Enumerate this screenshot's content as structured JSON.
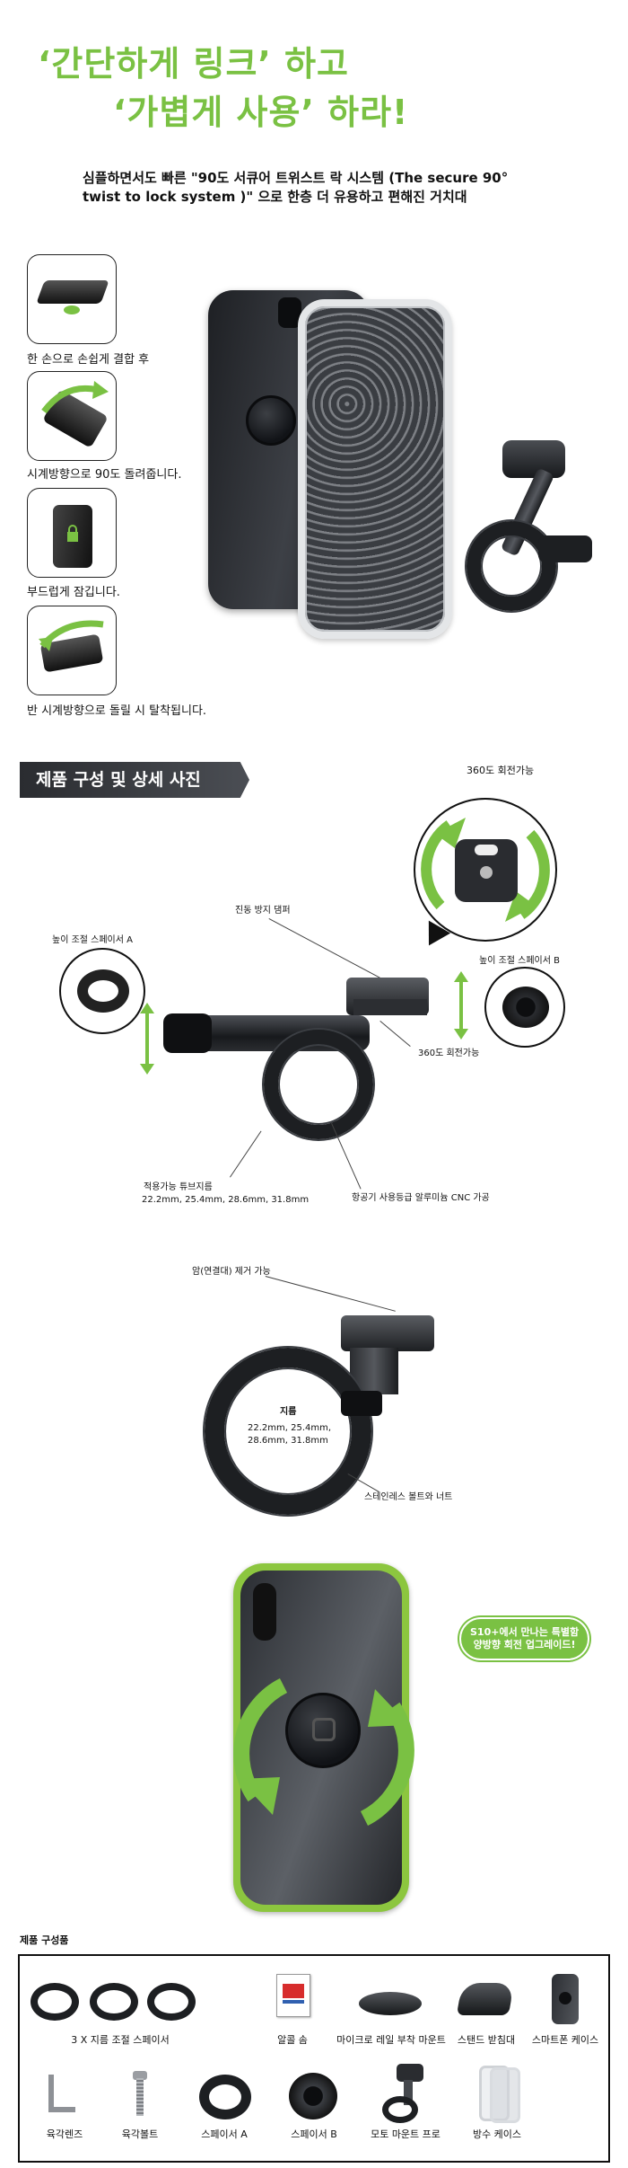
{
  "headline": {
    "line1": "‘간단하게 링크’ 하고",
    "line2": "‘가볍게 사용’ 하라!"
  },
  "intro": {
    "line1": "심플하면서도 빠른 \"90도 서큐어 트위스트 락 시스템 (The secure 90°",
    "line2": "twist to lock system )\" 으로 한층 더 유용하고 편해진 거치대"
  },
  "steps": [
    {
      "caption": "한 손으로 손쉽게 결합 후",
      "icon": "phone-on-mount-icon"
    },
    {
      "caption": "시계방향으로 90도 돌려줍니다.",
      "icon": "rotate-clockwise-icon"
    },
    {
      "caption": "부드럽게 잠깁니다.",
      "icon": "lock-icon"
    },
    {
      "caption": "반 시계방향으로 돌릴 시 탈착됩니다.",
      "icon": "rotate-counterclockwise-icon"
    }
  ],
  "section_title": "제품 구성 및 상세 사진",
  "detail1": {
    "rotation_label": "360도 회전가능",
    "spacer_a": "높이 조절 스페이서 A",
    "damper": "진동 방지 댐퍼",
    "spacer_b": "높이 조절 스페이서 B",
    "rotation_label2": "360도 회전가능",
    "tube_label": "적용가능 튜브지름",
    "tube_sizes": "22.2mm, 25.4mm, 28.6mm, 31.8mm",
    "aluminium": "항공기 사용등급 알루미늄 CNC 가공"
  },
  "detail2": {
    "arm": "암(연결대) 제거 가능",
    "diameter_title": "지름",
    "diameter_l1": "22.2mm, 25.4mm,",
    "diameter_l2": "28.6mm, 31.8mm",
    "bolt": "스테인레스 볼트와 너트"
  },
  "detail3": {
    "bubble_l1": "S10+에서 만나는 특별함",
    "bubble_l2": "양방향 회전 업그레이드!"
  },
  "components": {
    "title": "제품 구성품",
    "row1": [
      {
        "caption": "3 X 지름 조절 스페이서",
        "icon": "spacer-ring-icon"
      },
      {
        "caption": "알콜 솜",
        "icon": "alcohol-swab-icon"
      },
      {
        "caption": "마이크로 레일 부착 마운트",
        "icon": "micro-rail-mount-icon"
      },
      {
        "caption": "스탠드 받침대",
        "icon": "stand-base-icon"
      },
      {
        "caption": "스마트폰 케이스",
        "icon": "phone-case-icon"
      }
    ],
    "row2": [
      {
        "caption": "육각렌즈",
        "icon": "hex-key-icon"
      },
      {
        "caption": "육각볼트",
        "icon": "hex-bolt-icon"
      },
      {
        "caption": "스페이서 A",
        "icon": "spacer-a-icon"
      },
      {
        "caption": "스페이서 B",
        "icon": "spacer-b-icon"
      },
      {
        "caption": "모토 마운트 프로",
        "icon": "moto-mount-pro-icon"
      },
      {
        "caption": "방수 케이스",
        "icon": "waterproof-case-icon"
      }
    ]
  },
  "colors": {
    "accent": "#7ac143",
    "dark": "#1d1f22"
  }
}
